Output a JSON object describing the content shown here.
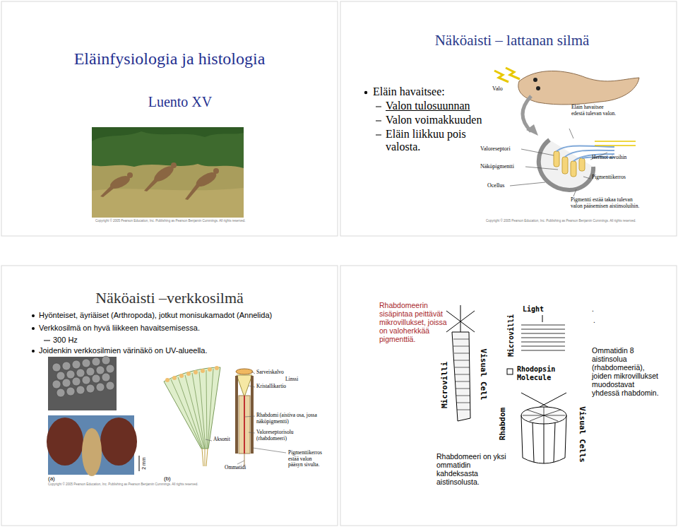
{
  "diagram": {
    "nodes": [
      {
        "text": [
          "Eläinfysiologia ja histologia",
          "Luento XV"
        ]
      },
      {
        "text": [
          "Näköaisti – lattanan silmä",
          "Eläin havaitsee:",
          "Valon tulosuunnan",
          "Valon voimakkuuden",
          "Eläin liikkuu pois valosta."
        ]
      },
      {
        "text": [
          "Näköaisti –verkkosilmä",
          "Hyönteiset, äyriäiset (Arthropoda), jotkut monisukamadot (Annelida)",
          "Verkkosilmä on hyvä liikkeen havaitsemisessa.",
          "300 Hz",
          "Joidenkin verkkosilmien värinäkö on UV-alueella."
        ]
      },
      {
        "text": [
          "Rhabdomeerin sisäpintaa peittävät mikrovillukset, joissa on valoherkkää pigmenttiä.",
          "Ommatidin 8 aistinsolua (rhabdomeeriä), joiden mikrovillukset muodostavat yhdessä rhabdomin.",
          "Rhabdomeeri on yksi ommatidin kahdeksasta aistinsolusta."
        ]
      }
    ],
    "labels": [
      "Copyright © 2005 Pearson Education, Inc. Publishing as Pearson Benjamin Cummings. All rights reserved.",
      "Valo",
      "Valoreseptori",
      "Näköpigmentti",
      "Ocellus",
      "Eläin havaitsee edestä tulevan valon.",
      "Hermot aivoihin",
      "Pigmenttikerros",
      "Pigmentti estää takaa tulevan valon pääsemisen aistinsoluihin.",
      "Copyright © 2005 Pearson Education, Inc. Publishing as Pearson Benjamin Cummings. All rights reserved.",
      "Sarveiskalvo",
      "Linssi",
      "Kristallikartio",
      "Rhabdomi (aistiva osa, jossa näköpigmentti)",
      "Valoreseptorisolu (rhabdomeeri)",
      "Pigmenttikerros estää valon pääsyn sivulta.",
      "Aksonit",
      "Ommatidi",
      "2 mm",
      "(a)",
      "(b)",
      "Copyright © 2005 Pearson Education, Inc. Publishing as Pearson Benjamin Cummings. All rights reserved.",
      "Microvilli",
      "Visual Cell",
      "Light",
      "Microvilli",
      "Rhodopsin Molecule",
      "Rhabdom",
      "Visual Cells",
      ".",
      "."
    ]
  }
}
